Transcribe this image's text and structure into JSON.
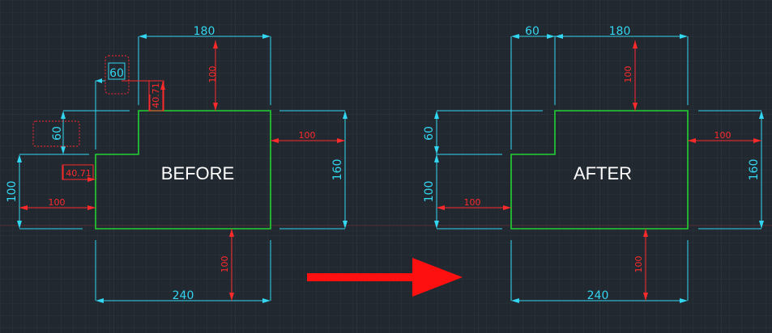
{
  "colors": {
    "background": "#212830",
    "grid": "#2b343d",
    "grid_major": "#313b45",
    "dimension": "#33d6f0",
    "extension": "#33d6f0",
    "outline": "#22d233",
    "annotation": "#ff2a2a",
    "text": "#ffffff",
    "arrow": "#ff1010"
  },
  "icons": {
    "transform_arrow": "right-arrow-icon"
  },
  "before": {
    "title": "BEFORE",
    "dims": {
      "top_width": "180",
      "notch_width": "60",
      "notch_height": "60",
      "offset_x": "40.71",
      "offset_y": "40.71",
      "top_gap": "100",
      "left_height": "100",
      "left_gap": "100",
      "right_height": "160",
      "right_gap": "100",
      "bottom_gap": "100",
      "bottom_width": "240"
    }
  },
  "after": {
    "title": "AFTER",
    "dims": {
      "notch_width": "60",
      "top_width": "180",
      "top_gap": "100",
      "notch_height": "60",
      "left_height": "100",
      "left_gap": "100",
      "right_gap": "100",
      "right_height": "160",
      "bottom_gap": "100",
      "bottom_width": "240"
    }
  }
}
